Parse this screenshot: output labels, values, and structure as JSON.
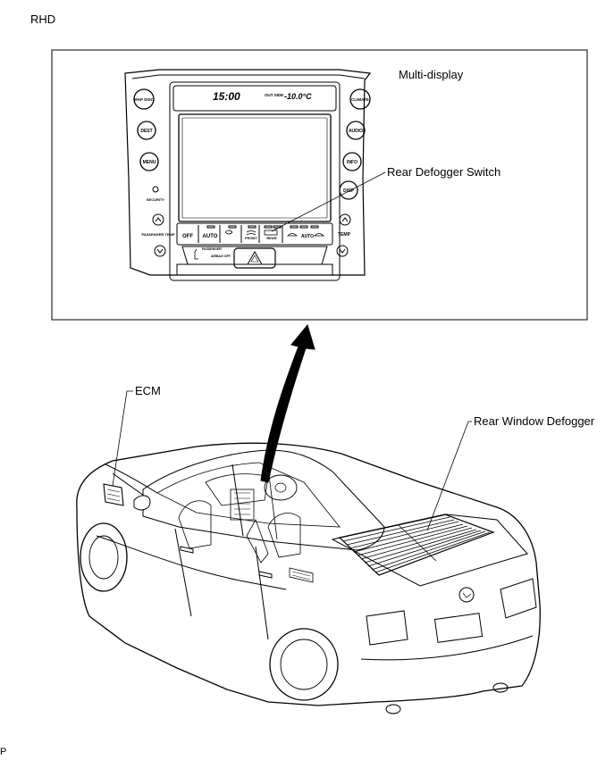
{
  "header": {
    "region_code": "RHD"
  },
  "callouts": {
    "multi_display": "Multi-display",
    "rear_defogger_switch": "Rear Defogger Switch",
    "ecm": "ECM",
    "rear_window_defogger": "Rear Window Defogger"
  },
  "panel": {
    "clock": "15:00",
    "out_side": "OUT SIDE",
    "out_temp": "-10.0°C",
    "left_buttons": [
      "MAP DISC",
      "DEST",
      "MENU"
    ],
    "right_buttons": [
      "CLIMATE",
      "AUDIO",
      "INFO",
      "DISP"
    ],
    "security": "SECURITY",
    "passenger_temp": "PASSENGER TEMP",
    "temp": "TEMP",
    "off": "OFF",
    "auto": "AUTO",
    "front": "FRONT",
    "rear": "REAR",
    "auto_right": "AUTO",
    "passenger": "PASSENGER",
    "airbag_off": "AIRBAG OFF"
  },
  "footer": {
    "corner_mark": "P"
  }
}
